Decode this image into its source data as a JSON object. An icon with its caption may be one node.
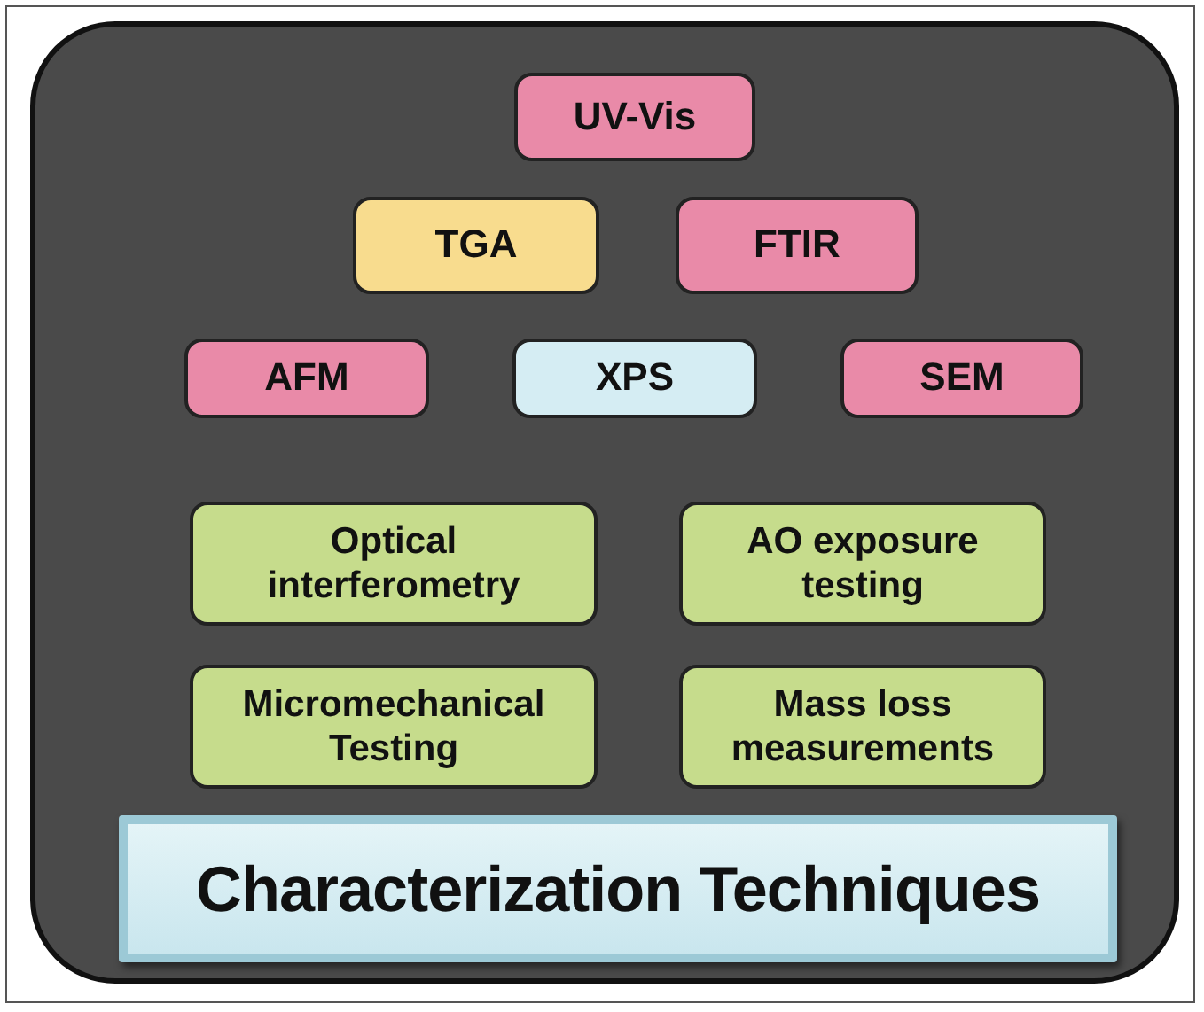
{
  "diagram": {
    "nodes": [
      {
        "text": [],
        "shape": "box"
      },
      {
        "text": [
          "UV-Vis"
        ],
        "in": 0
      },
      {
        "text": [
          "TGA"
        ],
        "in": 0
      },
      {
        "text": [
          "FTIR"
        ],
        "in": 0
      },
      {
        "text": [
          "AFM"
        ],
        "in": 0
      },
      {
        "text": [
          "XPS"
        ],
        "in": 0
      },
      {
        "text": [
          "SEM"
        ],
        "in": 0
      },
      {
        "text": [
          "Optical interferometry"
        ],
        "in": 0
      },
      {
        "text": [
          "AO exposure testing"
        ],
        "in": 0
      },
      {
        "text": [
          "Micromechanical Testing"
        ],
        "in": 0
      },
      {
        "text": [
          "Mass loss measurements"
        ],
        "in": 0
      },
      {
        "text": [
          "Characterization Techniques"
        ],
        "in": 0
      }
    ]
  }
}
